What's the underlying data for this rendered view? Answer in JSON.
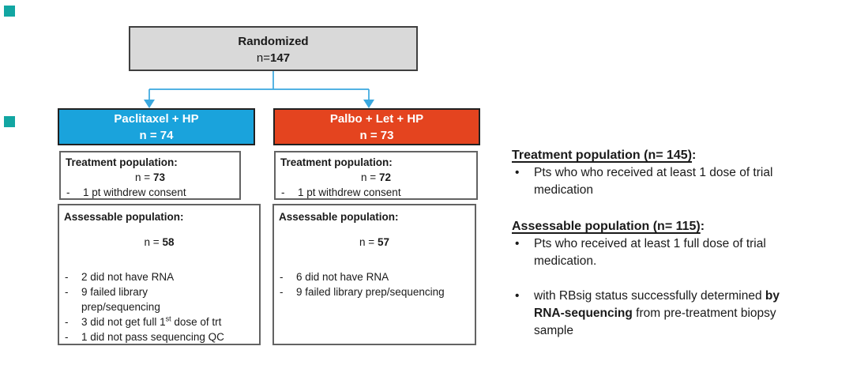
{
  "markers": {
    "teal": "#12A6A2"
  },
  "colors": {
    "arm_left": "#1AA3DC",
    "arm_right": "#E4441F",
    "connector": "#3AA8DF",
    "randomized_fill": "#D9D9D9"
  },
  "flow": {
    "randomized": {
      "title": "Randomized",
      "n_prefix": "n=",
      "n_value": "147"
    },
    "arms": [
      {
        "title": "Paclitaxel + HP",
        "n_prefix": "n = ",
        "n_value": "74",
        "treatment": {
          "heading": "Treatment population:",
          "n_prefix": "n = ",
          "n_value": "73",
          "items": [
            {
              "lines": [
                [
                  {
                    "text": "1 pt withdrew consent"
                  }
                ]
              ]
            }
          ]
        },
        "assessable": {
          "heading": "Assessable population:",
          "n_prefix": "n = ",
          "n_value": "58",
          "items": [
            {
              "lines": [
                [
                  {
                    "text": "2 did not have RNA"
                  }
                ]
              ]
            },
            {
              "lines": [
                [
                  {
                    "text": "9 failed library"
                  }
                ],
                [
                  {
                    "text": "prep/sequencing"
                  }
                ]
              ]
            },
            {
              "lines": [
                [
                  {
                    "text": "3 did not get full 1"
                  },
                  {
                    "text": "st",
                    "style": "sup"
                  },
                  {
                    "text": " dose of trt"
                  }
                ]
              ]
            },
            {
              "lines": [
                [
                  {
                    "text": "1 did not pass sequencing QC"
                  }
                ]
              ]
            }
          ]
        }
      },
      {
        "title": "Palbo + Let + HP",
        "n_prefix": "n = ",
        "n_value": "73",
        "treatment": {
          "heading": "Treatment population:",
          "n_prefix": "n = ",
          "n_value": "72",
          "items": [
            {
              "lines": [
                [
                  {
                    "text": "1 pt withdrew consent"
                  }
                ]
              ]
            }
          ]
        },
        "assessable": {
          "heading": "Assessable population:",
          "n_prefix": "n = ",
          "n_value": "57",
          "items": [
            {
              "lines": [
                [
                  {
                    "text": "6 did not have RNA"
                  }
                ]
              ]
            },
            {
              "lines": [
                [
                  {
                    "text": "9 failed library prep/sequencing"
                  }
                ]
              ]
            }
          ]
        }
      }
    ]
  },
  "side_notes": [
    {
      "heading": "Treatment population (n= 145)",
      "colon": ":",
      "bullets": [
        {
          "lines": [
            [
              {
                "text": "Pts who who received at least 1 dose of trial"
              }
            ],
            [
              {
                "text": "medication"
              }
            ]
          ]
        }
      ]
    },
    {
      "heading": "Assessable population (n= 115)",
      "colon": ":",
      "bullets": [
        {
          "lines": [
            [
              {
                "text": "Pts who received at least 1 full dose of trial"
              }
            ],
            [
              {
                "text": "medication."
              }
            ]
          ]
        },
        {
          "lines": [
            [
              {
                "text": "with RBsig status successfully determined "
              },
              {
                "text": "by",
                "style": "bold"
              }
            ],
            [
              {
                "text": "RNA-sequencing",
                "style": "bold"
              },
              {
                "text": " from pre-treatment biopsy"
              }
            ],
            [
              {
                "text": "sample"
              }
            ]
          ]
        }
      ]
    }
  ]
}
